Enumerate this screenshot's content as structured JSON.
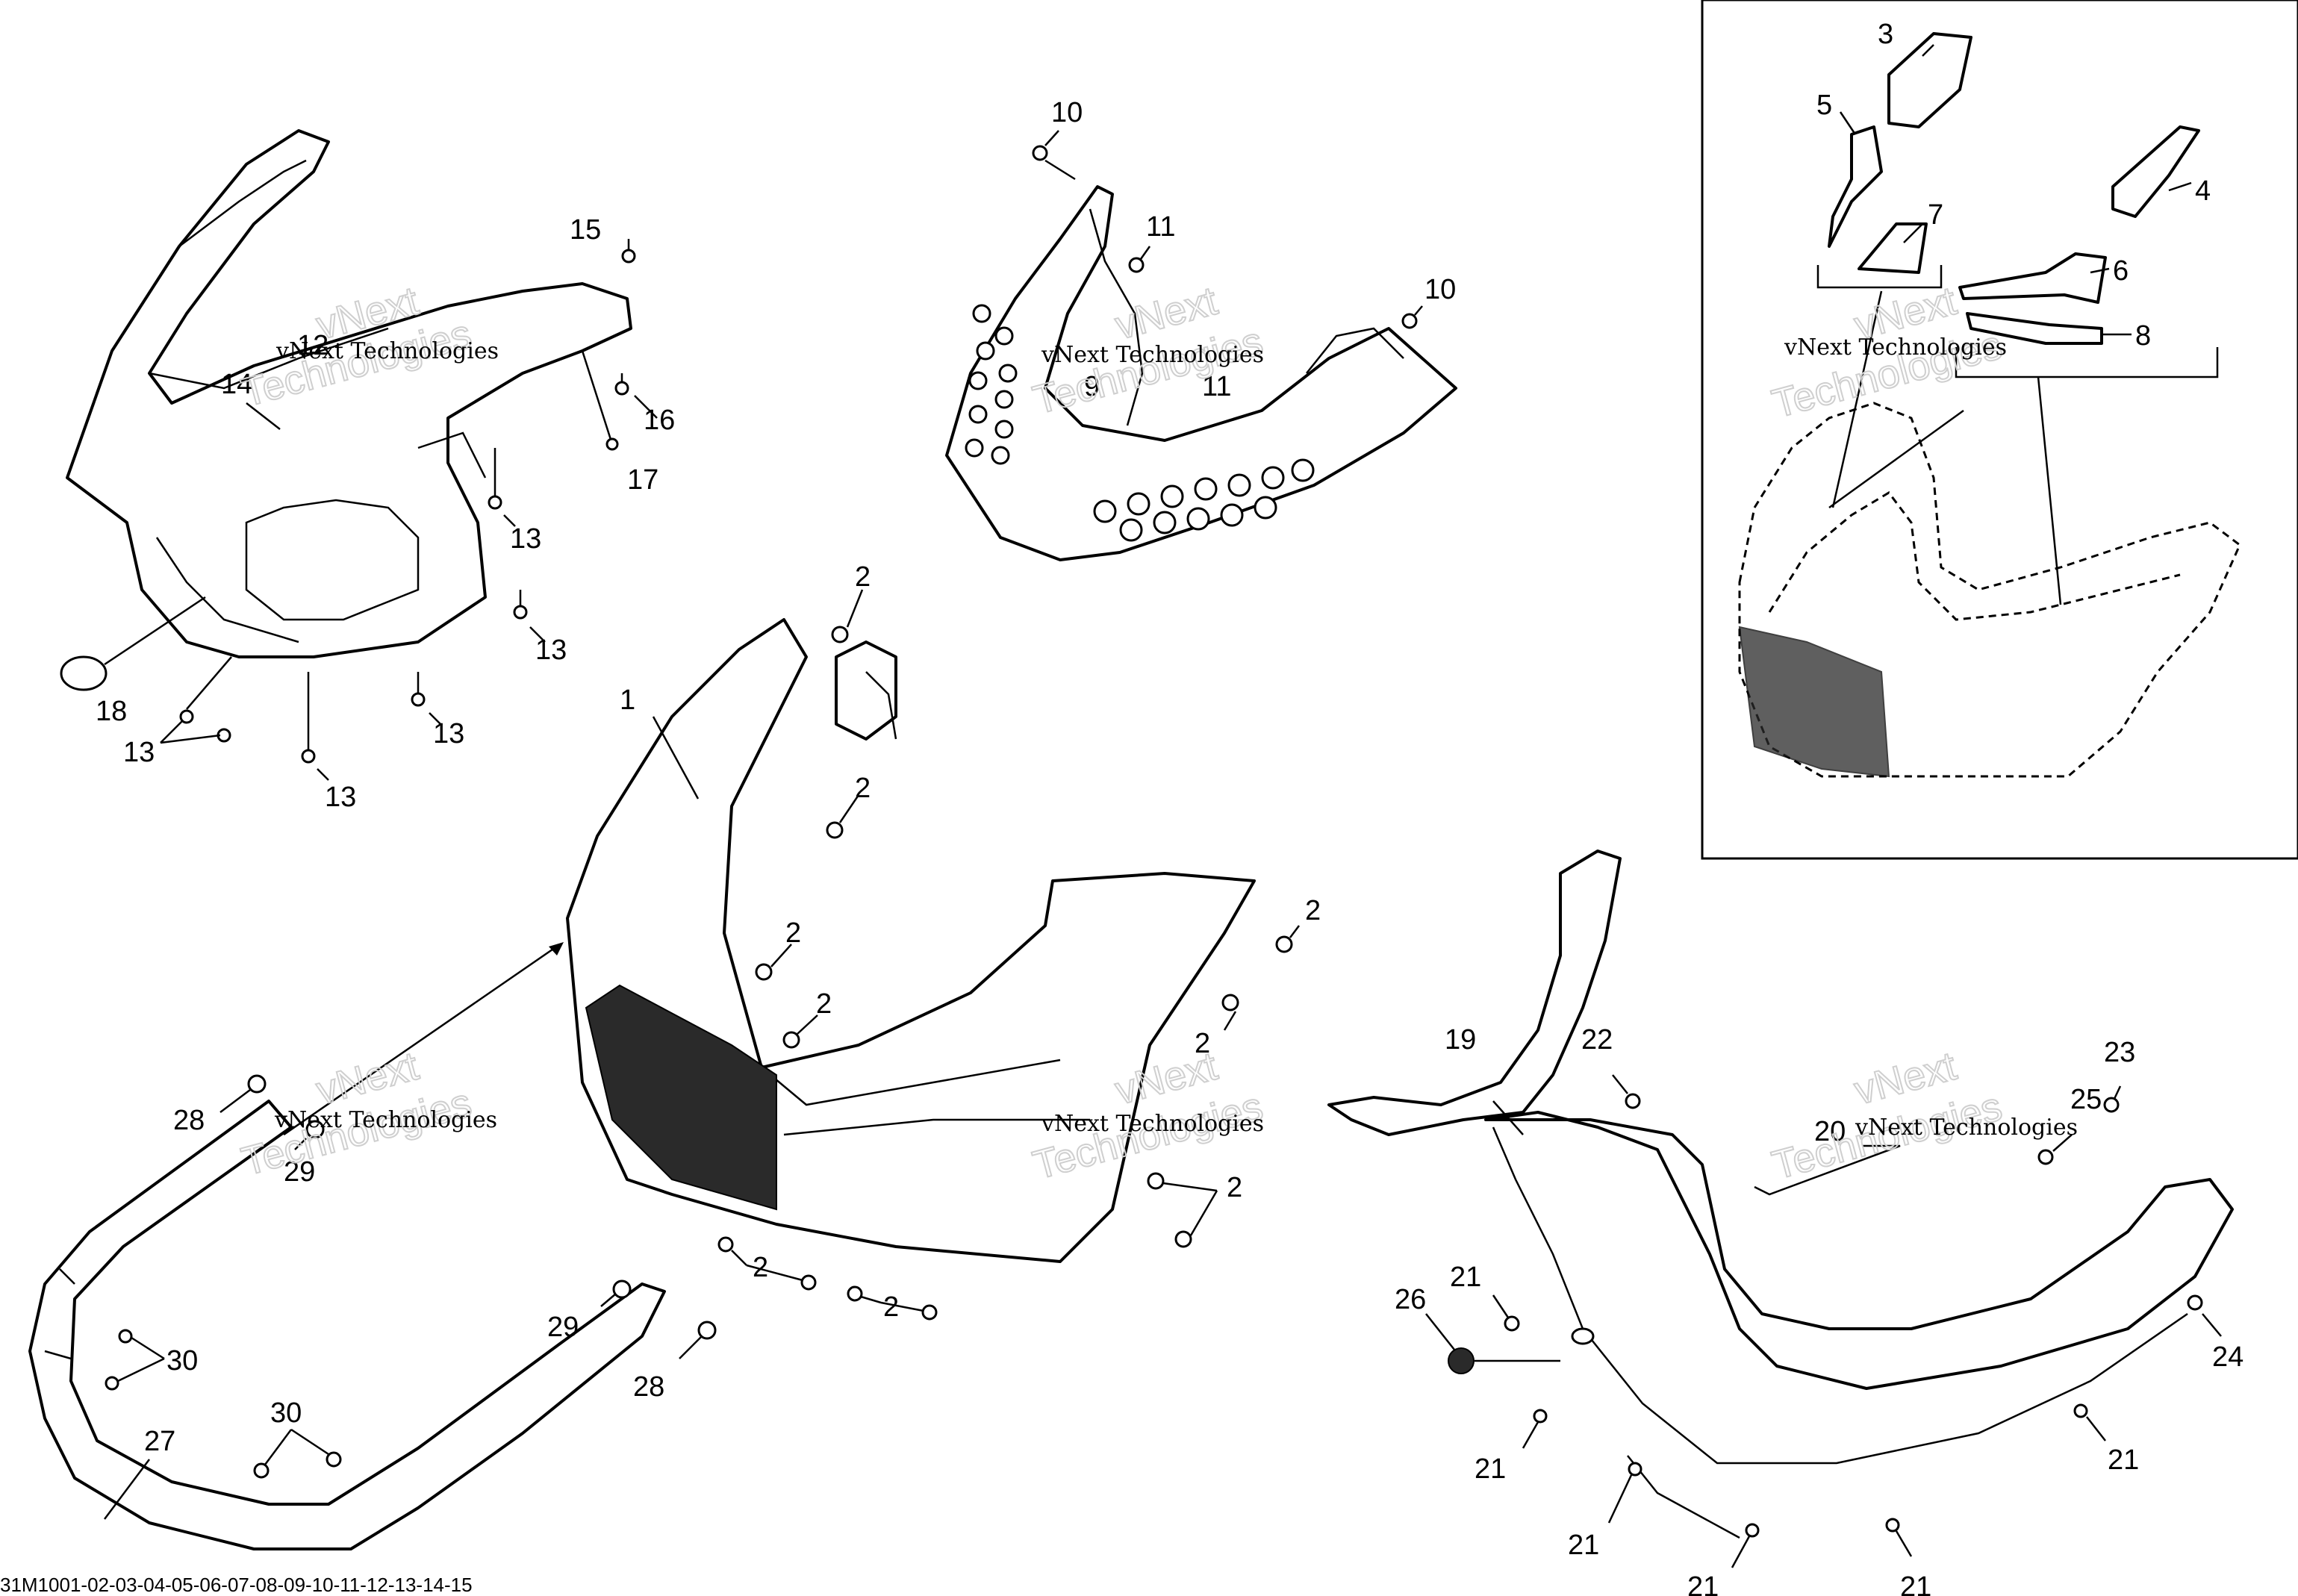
{
  "figure_id": "31M1001-02-03-04-05-06-07-08-09-10-11-12-13-14-15",
  "watermark": {
    "line1": "vNext Technologies",
    "ghost1": "vNext",
    "ghost2": "Technologies"
  },
  "callouts": {
    "c1": "1",
    "c2": "2",
    "c3": "3",
    "c4": "4",
    "c5": "5",
    "c6": "6",
    "c7": "7",
    "c8": "8",
    "c9": "9",
    "c10": "10",
    "c11": "11",
    "c12": "12",
    "c13": "13",
    "c14": "14",
    "c15": "15",
    "c16": "16",
    "c17": "17",
    "c18": "18",
    "c19": "19",
    "c20": "20",
    "c21": "21",
    "c22": "22",
    "c23": "23",
    "c24": "24",
    "c25": "25",
    "c26": "26",
    "c27": "27",
    "c28": "28",
    "c29": "29",
    "c30": "30"
  }
}
